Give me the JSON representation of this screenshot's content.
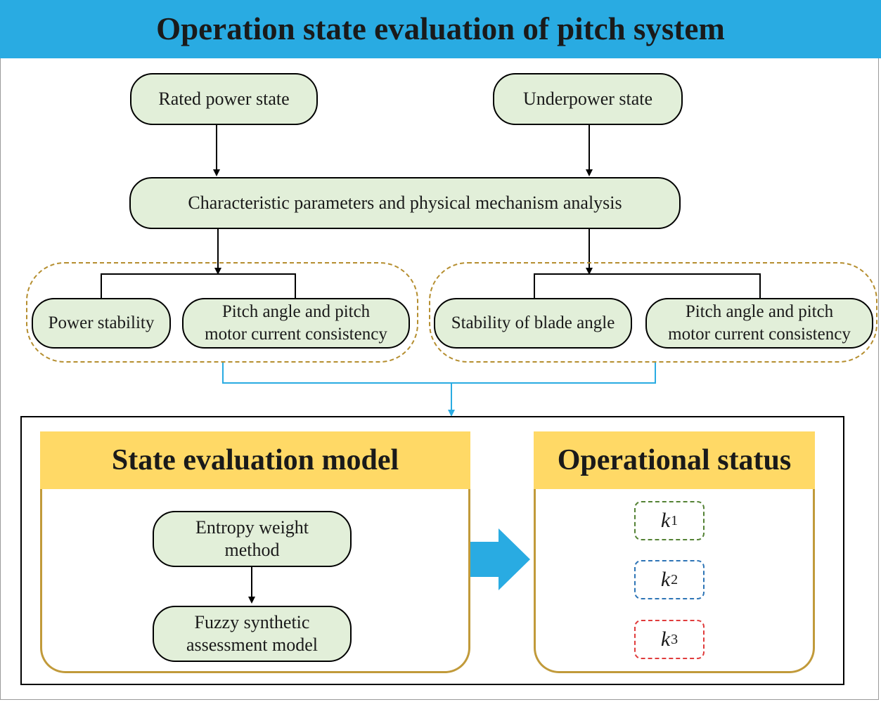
{
  "title": "Operation state evaluation of pitch system",
  "states": {
    "rated": "Rated power state",
    "under": "Underpower state"
  },
  "analysis": "Characteristic parameters and physical mechanism analysis",
  "left_group": {
    "item1": "Power stability",
    "item2_line1": "Pitch angle and pitch",
    "item2_line2": "motor current consistency"
  },
  "right_group": {
    "item1": "Stability of blade angle",
    "item2_line1": "Pitch angle and pitch",
    "item2_line2": "motor current consistency"
  },
  "model": {
    "header": "State evaluation model",
    "step1_line1": "Entropy weight",
    "step1_line2": "method",
    "step2_line1": "Fuzzy synthetic",
    "step2_line2": "assessment model"
  },
  "status": {
    "header": "Operational status",
    "k1": {
      "letter": "k",
      "sub": "1",
      "color": "#548235"
    },
    "k2": {
      "letter": "k",
      "sub": "2",
      "color": "#2e75b6"
    },
    "k3": {
      "letter": "k",
      "sub": "3",
      "color": "#e03c3c"
    }
  },
  "colors": {
    "banner": "#29abe2",
    "node_fill": "#e2efd9",
    "group_dash": "#b58e2f",
    "panel_header": "#ffd966",
    "panel_border": "#c19a3a",
    "flow_connector": "#29abe2",
    "big_arrow": "#29abe2"
  }
}
